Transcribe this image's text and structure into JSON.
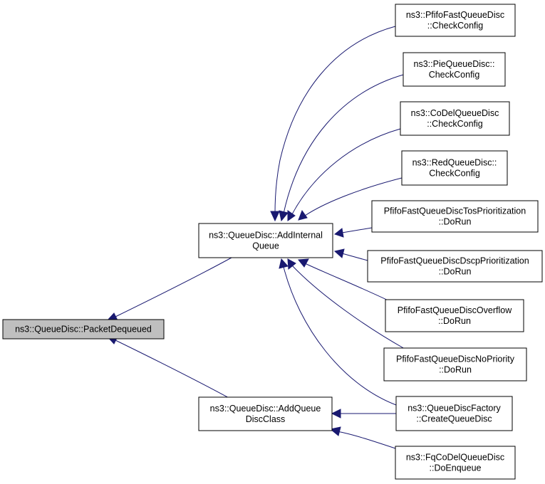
{
  "diagram": {
    "kind": "caller-graph",
    "colors": {
      "edge": "#191970",
      "root_fill": "#bfbfbf",
      "node_fill": "#ffffff",
      "node_border": "#000000"
    },
    "nodes": {
      "packet_dequeued": {
        "lines": [
          "ns3::QueueDisc::PacketDequeued"
        ]
      },
      "add_internal_queue": {
        "lines": [
          "ns3::QueueDisc::AddInternal",
          "Queue"
        ]
      },
      "add_queue_disc_class": {
        "lines": [
          "ns3::QueueDisc::AddQueue",
          "DiscClass"
        ]
      },
      "pfifo_check_config": {
        "lines": [
          "ns3::PfifoFastQueueDisc",
          "::CheckConfig"
        ]
      },
      "pie_check_config": {
        "lines": [
          "ns3::PieQueueDisc::",
          "CheckConfig"
        ]
      },
      "codel_check_config": {
        "lines": [
          "ns3::CoDelQueueDisc",
          "::CheckConfig"
        ]
      },
      "red_check_config": {
        "lines": [
          "ns3::RedQueueDisc::",
          "CheckConfig"
        ]
      },
      "tos_prioritization_dorun": {
        "lines": [
          "PfifoFastQueueDiscTosPrioritization",
          "::DoRun"
        ]
      },
      "dscp_prioritization_dorun": {
        "lines": [
          "PfifoFastQueueDiscDscpPrioritization",
          "::DoRun"
        ]
      },
      "overflow_dorun": {
        "lines": [
          "PfifoFastQueueDiscOverflow",
          "::DoRun"
        ]
      },
      "no_priority_dorun": {
        "lines": [
          "PfifoFastQueueDiscNoPriority",
          "::DoRun"
        ]
      },
      "create_queue_disc": {
        "lines": [
          "ns3::QueueDiscFactory",
          "::CreateQueueDisc"
        ]
      },
      "fq_codel_do_enqueue": {
        "lines": [
          "ns3::FqCoDelQueueDisc",
          "::DoEnqueue"
        ]
      }
    },
    "edges": [
      {
        "from": "add_internal_queue",
        "to": "packet_dequeued"
      },
      {
        "from": "add_queue_disc_class",
        "to": "packet_dequeued"
      },
      {
        "from": "pfifo_check_config",
        "to": "add_internal_queue"
      },
      {
        "from": "pie_check_config",
        "to": "add_internal_queue"
      },
      {
        "from": "codel_check_config",
        "to": "add_internal_queue"
      },
      {
        "from": "red_check_config",
        "to": "add_internal_queue"
      },
      {
        "from": "tos_prioritization_dorun",
        "to": "add_internal_queue"
      },
      {
        "from": "dscp_prioritization_dorun",
        "to": "add_internal_queue"
      },
      {
        "from": "overflow_dorun",
        "to": "add_internal_queue"
      },
      {
        "from": "no_priority_dorun",
        "to": "add_internal_queue"
      },
      {
        "from": "create_queue_disc",
        "to": "add_internal_queue"
      },
      {
        "from": "create_queue_disc",
        "to": "add_queue_disc_class"
      },
      {
        "from": "fq_codel_do_enqueue",
        "to": "add_queue_disc_class"
      }
    ]
  }
}
